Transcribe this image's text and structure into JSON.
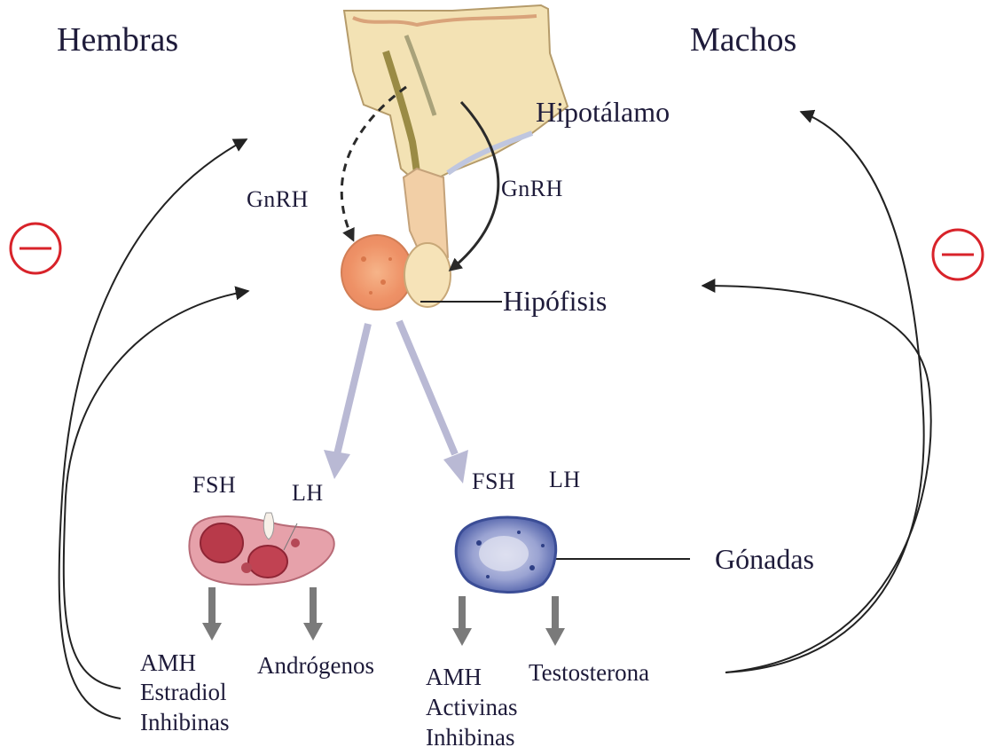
{
  "sexes": {
    "female": "Hembras",
    "male": "Machos"
  },
  "structures": {
    "hypothalamus": "Hipotálamo",
    "pituitary": "Hipófisis",
    "gonads": "Gónadas"
  },
  "releasing_hormone": {
    "left": "GnRH",
    "right": "GnRH"
  },
  "female_hormones": {
    "fsh": "FSH",
    "lh": "LH"
  },
  "male_hormones": {
    "fsh": "FSH",
    "lh": "LH"
  },
  "female_products": {
    "fsh_line1": "AMH",
    "fsh_line2": "Estradiol",
    "fsh_line3": "Inhibinas",
    "lh": "Andrógenos"
  },
  "male_products": {
    "fsh_line1": "AMH",
    "fsh_line2": "Activinas",
    "fsh_line3": "Inhibinas",
    "lh": "Testosterona"
  },
  "feedback": {
    "sign": "negative",
    "color": "#d8232a"
  },
  "colors": {
    "text": "#1e1b3a",
    "pathway_arrow": "#b9b9d4",
    "secretion_arrow": "#7a7a7a"
  }
}
